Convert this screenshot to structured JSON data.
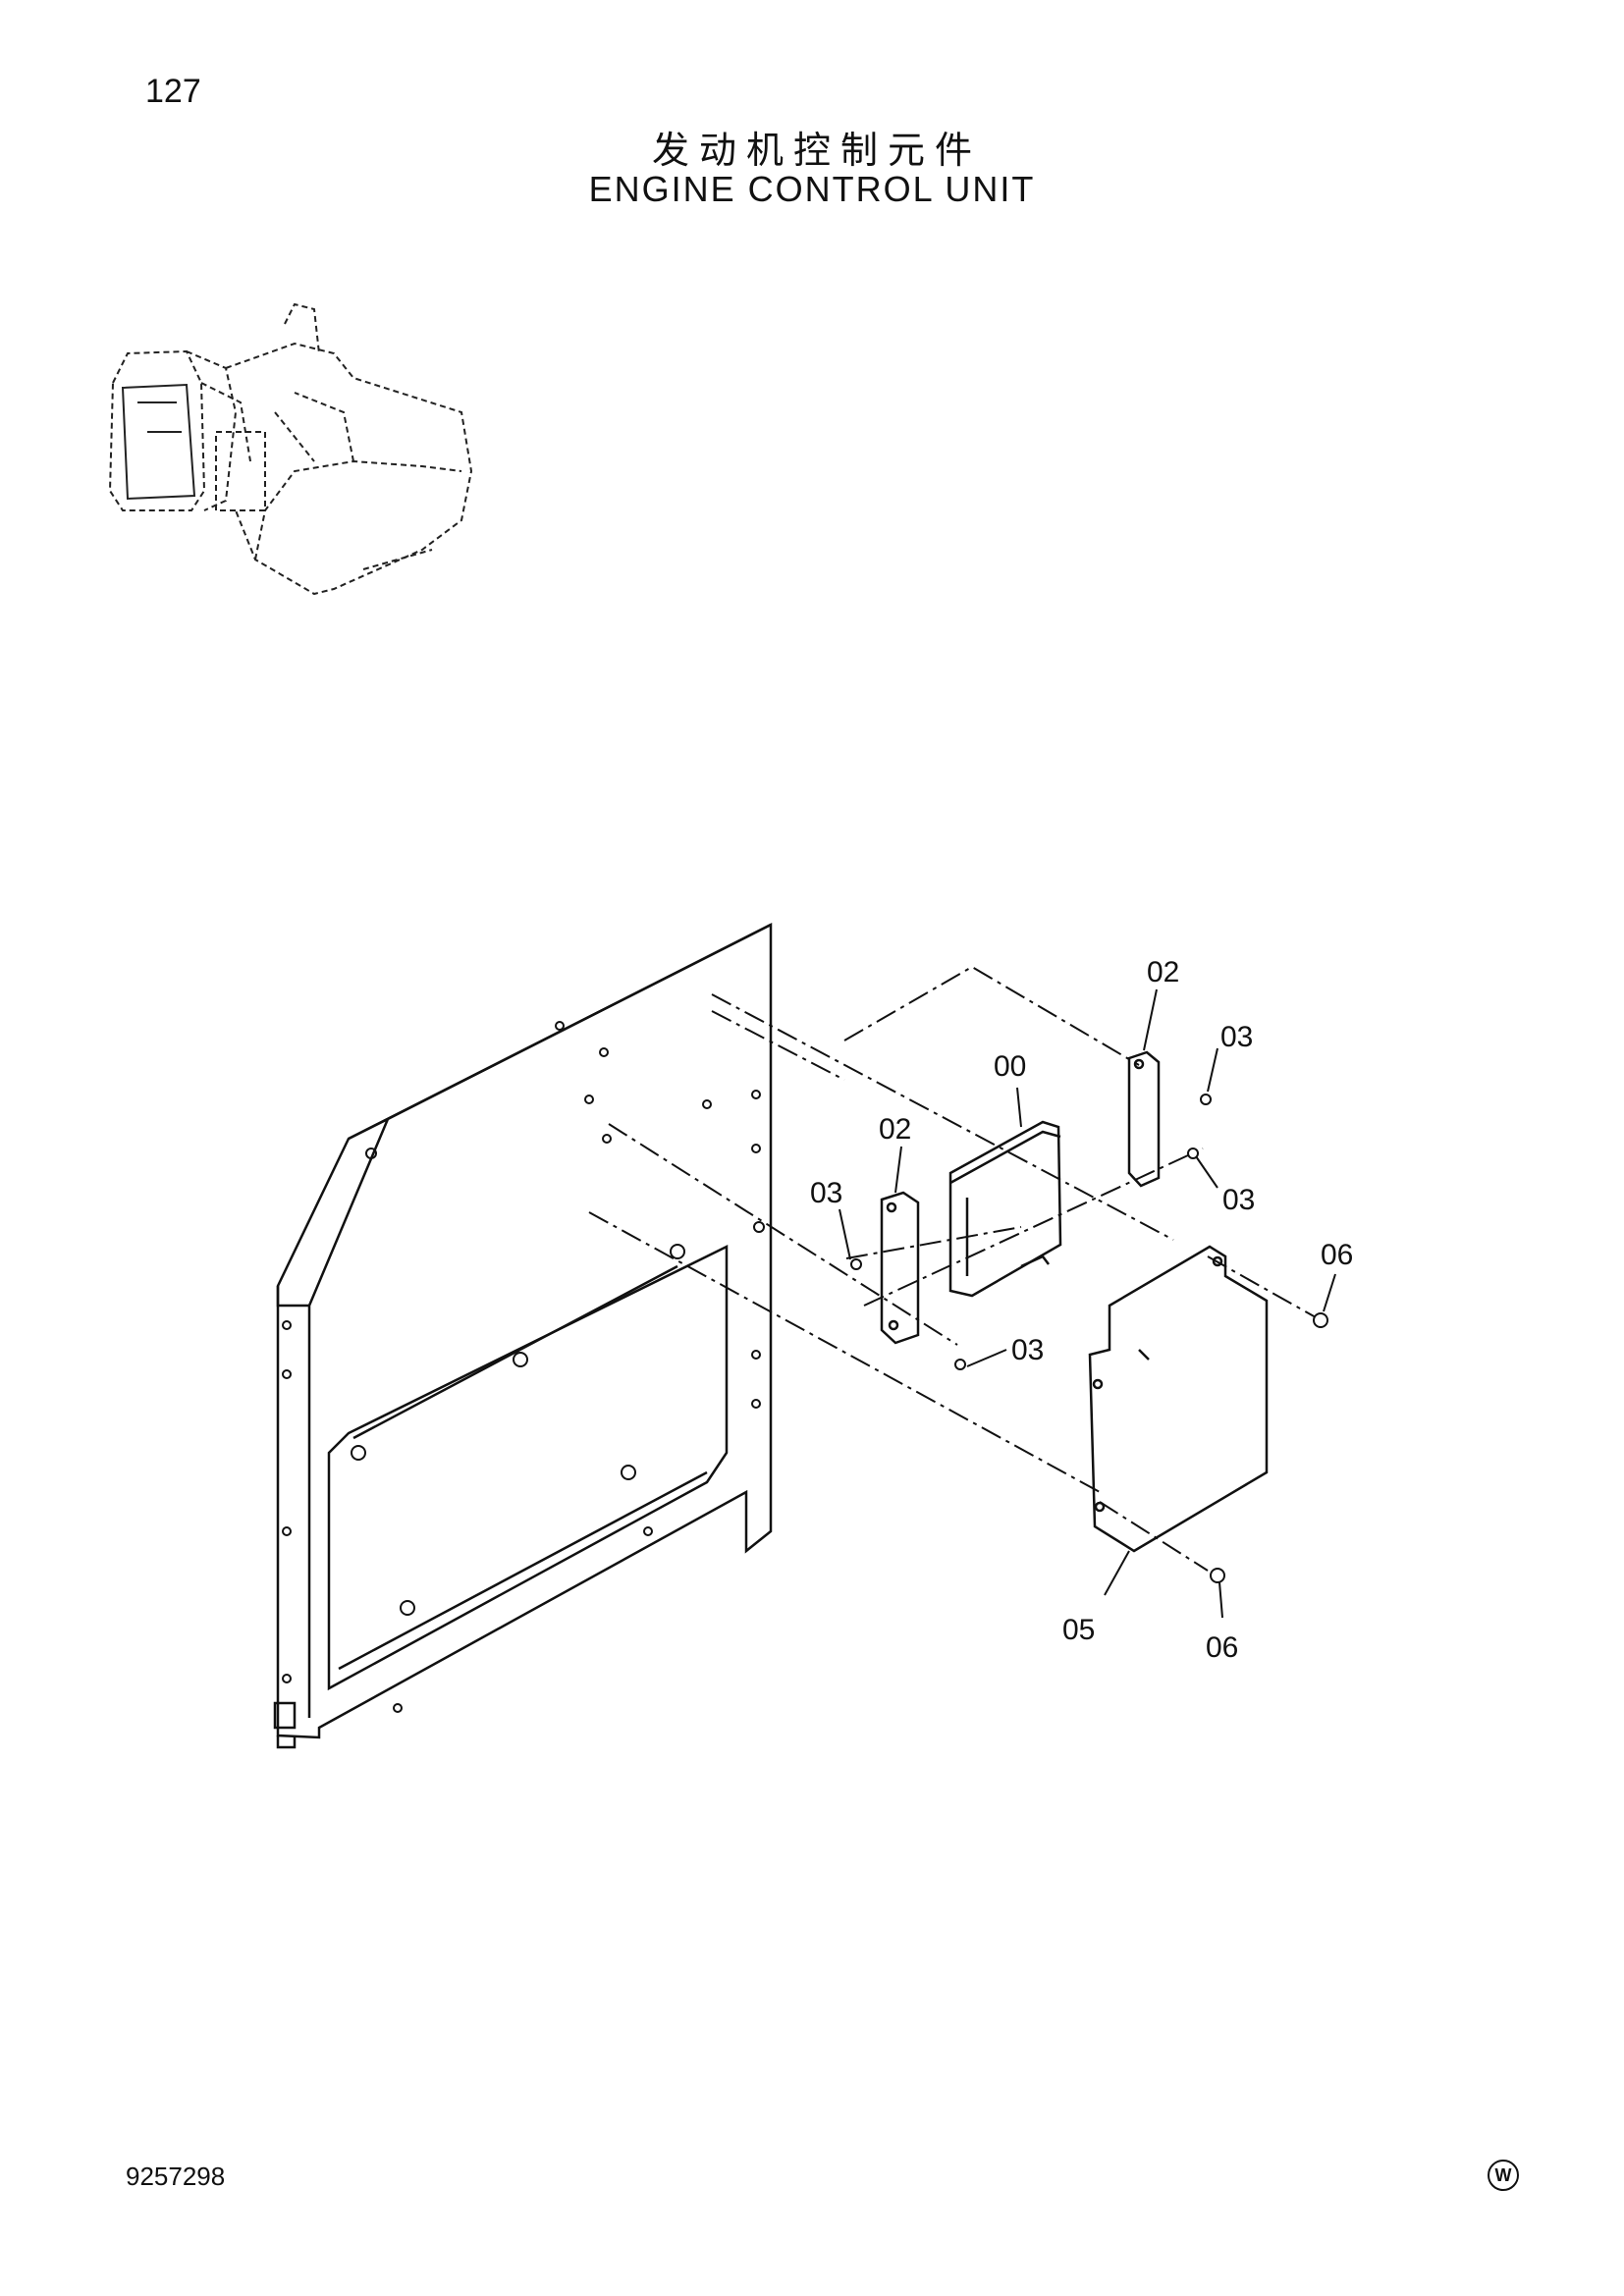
{
  "page": {
    "number": "127",
    "title_cn": "发动机控制元件",
    "title_en": "ENGINE CONTROL UNIT",
    "doc_number": "9257298",
    "maker_mark": "W"
  },
  "callouts": [
    {
      "id": "c-00",
      "label": "00"
    },
    {
      "id": "c-02a",
      "label": "02"
    },
    {
      "id": "c-02b",
      "label": "02"
    },
    {
      "id": "c-03a",
      "label": "03"
    },
    {
      "id": "c-03b",
      "label": "03"
    },
    {
      "id": "c-03c",
      "label": "03"
    },
    {
      "id": "c-03d",
      "label": "03"
    },
    {
      "id": "c-05",
      "label": "05"
    },
    {
      "id": "c-06a",
      "label": "06"
    },
    {
      "id": "c-06b",
      "label": "06"
    }
  ]
}
